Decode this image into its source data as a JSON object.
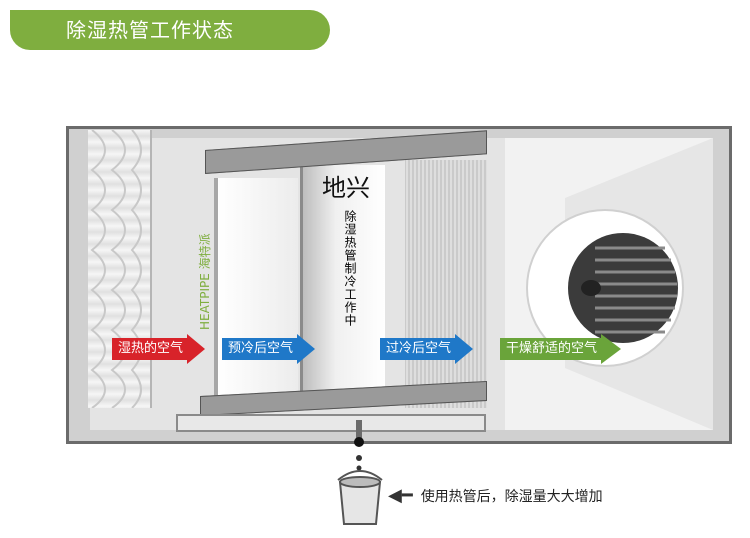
{
  "header": {
    "title": "除湿热管工作状态"
  },
  "center_title": "地兴",
  "labels": {
    "heatpipe": "HEATPIPE 海特派",
    "core": "除湿热管制冷工作中"
  },
  "arrows": [
    {
      "text": "湿热的空气",
      "color": "#d8232a"
    },
    {
      "text": "预冷后空气",
      "color": "#1f78c8"
    },
    {
      "text": "过冷后空气",
      "color": "#1f78c8"
    },
    {
      "text": "干燥舒适的空气",
      "color": "#6aa43a"
    }
  ],
  "bucket_note": "使用热管后，除湿量大大增加",
  "colors": {
    "accent": "#7fae3f"
  }
}
